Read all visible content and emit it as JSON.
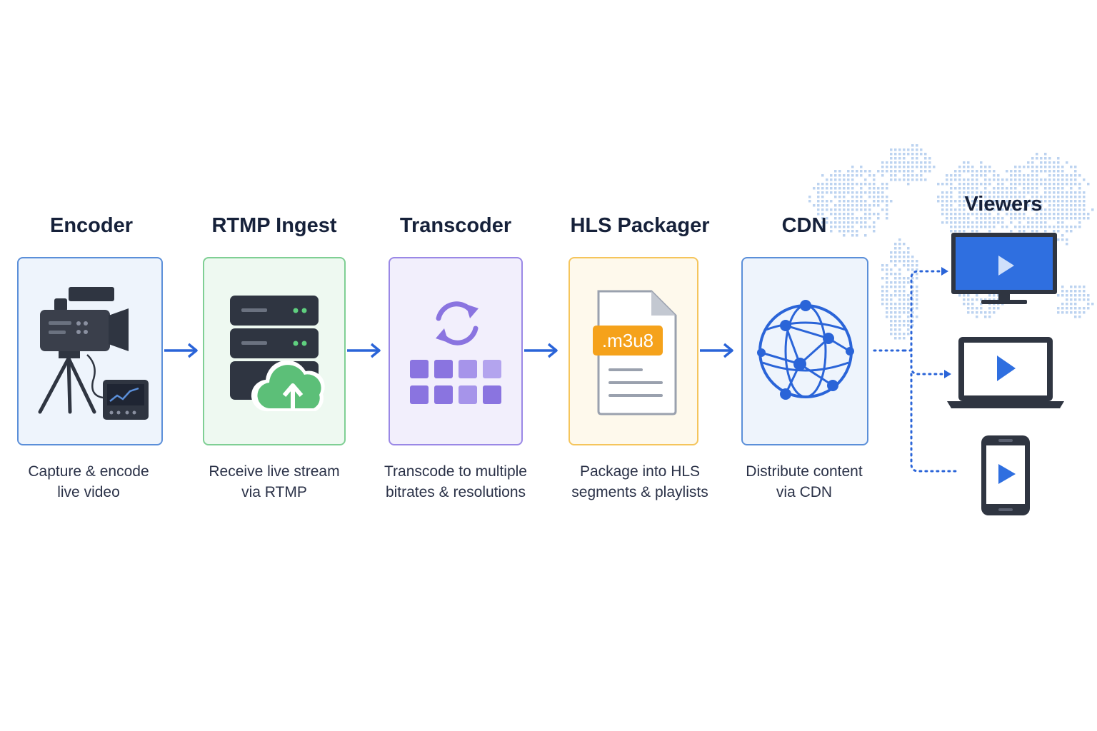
{
  "stages": [
    {
      "title": "Encoder",
      "description_line1": "Capture & encode",
      "description_line2": "live video",
      "icon": "video-camera-icon"
    },
    {
      "title": "RTMP Ingest",
      "description_line1": "Receive live stream",
      "description_line2": "via RTMP",
      "icon": "server-upload-icon"
    },
    {
      "title": "Transcoder",
      "description_line1": "Transcode to multiple",
      "description_line2": "bitrates & resolutions",
      "icon": "transcode-icon"
    },
    {
      "title": "HLS Packager",
      "description_line1": "Package into HLS",
      "description_line2": "segments & playlists",
      "icon": "playlist-file-icon",
      "file_label": ".m3u8"
    },
    {
      "title": "CDN",
      "description_line1": "Distribute content",
      "description_line2": "via CDN",
      "icon": "globe-network-icon"
    }
  ],
  "viewers": {
    "title": "Viewers",
    "devices": [
      "tv-play-icon",
      "laptop-play-icon",
      "phone-play-icon"
    ]
  },
  "colors": {
    "encoder": "#5b8fd9",
    "ingest": "#7fcf94",
    "transcoder": "#9a88e6",
    "packager": "#f5c55c",
    "cdn": "#5b8fd9",
    "arrow": "#2a64d8",
    "title_text": "#16213a",
    "body_text": "#2a3147",
    "map": "#bcd3f0"
  }
}
